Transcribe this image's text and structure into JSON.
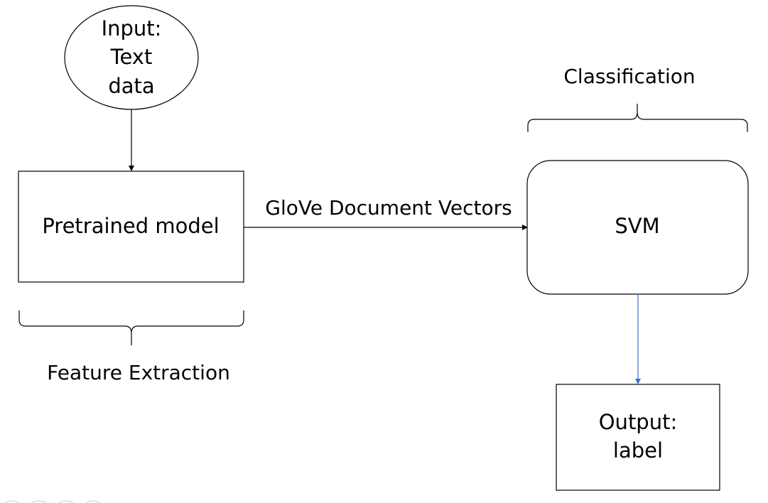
{
  "nodes": {
    "input": {
      "lines": [
        "Input:",
        "Text",
        "data"
      ]
    },
    "pretrained": {
      "label": "Pretrained model"
    },
    "svm": {
      "label": "SVM"
    },
    "output": {
      "lines": [
        "Output:",
        "label"
      ]
    }
  },
  "edges": {
    "pretrained_to_svm": {
      "label": "GloVe Document Vectors"
    }
  },
  "groups": {
    "feature_extraction": {
      "label": "Feature Extraction"
    },
    "classification": {
      "label": "Classification"
    }
  },
  "colors": {
    "stroke": "#000000",
    "fill": "#ffffff",
    "output_arrow": "#4472c4"
  }
}
